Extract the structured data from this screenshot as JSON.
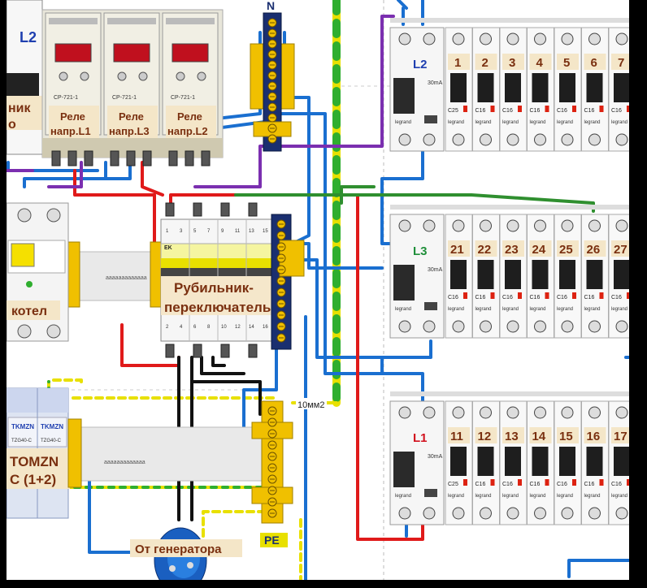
{
  "relays": {
    "model": "CP-721-1",
    "items": [
      {
        "line1": "Реле",
        "line2": "напр.L1"
      },
      {
        "line1": "Реле",
        "line2": "напр.L3"
      },
      {
        "line1": "Реле",
        "line2": "напр.L2"
      }
    ]
  },
  "labels": {
    "n_bus": "N",
    "pe_bus": "PE",
    "left_l2": "L2",
    "left_partial_1": "ник",
    "left_partial_2": "о",
    "boiler": "котел",
    "switch_line1": "Рубильник-",
    "switch_line2": "переключатель",
    "wire_size": "10мм2",
    "generator": "От генератора",
    "spd_brand": "TOMZN",
    "spd_class": "C (1+2)",
    "spd_model": "TZG40-C",
    "spd_logo": "TKMZN",
    "din_rail_text": "aaaaaaaaaaaaa",
    "switch_brand": "EK"
  },
  "rows": [
    {
      "rcd": "L2",
      "rcd_color": "#1f3fb0",
      "rcd_rating": "30mA",
      "breakers": [
        "1",
        "2",
        "3",
        "4",
        "5",
        "6",
        "7"
      ],
      "ratings": [
        "C25",
        "C16",
        "C16",
        "C16",
        "C16",
        "C16",
        "C16"
      ]
    },
    {
      "rcd": "L3",
      "rcd_color": "#1f8f3a",
      "rcd_rating": "30mA",
      "breakers": [
        "21",
        "22",
        "23",
        "24",
        "25",
        "26",
        "27"
      ],
      "ratings": [
        "C16",
        "C16",
        "C16",
        "C16",
        "C16",
        "C16",
        "C16"
      ]
    },
    {
      "rcd": "L1",
      "rcd_color": "#d2101e",
      "rcd_rating": "30mA",
      "breakers": [
        "11",
        "12",
        "13",
        "14",
        "15",
        "16",
        "17"
      ],
      "ratings": [
        "C25",
        "C16",
        "C16",
        "C16",
        "C16",
        "C16",
        "C16"
      ]
    }
  ],
  "brand": "legrand",
  "switch_terminals_top": [
    "1",
    "3",
    "5",
    "7",
    "9",
    "11",
    "13",
    "15"
  ],
  "switch_terminals_bottom": [
    "2",
    "4",
    "6",
    "8",
    "10",
    "12",
    "14",
    "16"
  ],
  "colors": {
    "phase_red": "#e01a1a",
    "neutral_blue": "#1a6fd0",
    "pe_yellow": "#e8e000",
    "pe_green": "#2fae2f",
    "purple": "#7b2fb0",
    "black": "#111111",
    "label_brown": "#7a3010"
  }
}
